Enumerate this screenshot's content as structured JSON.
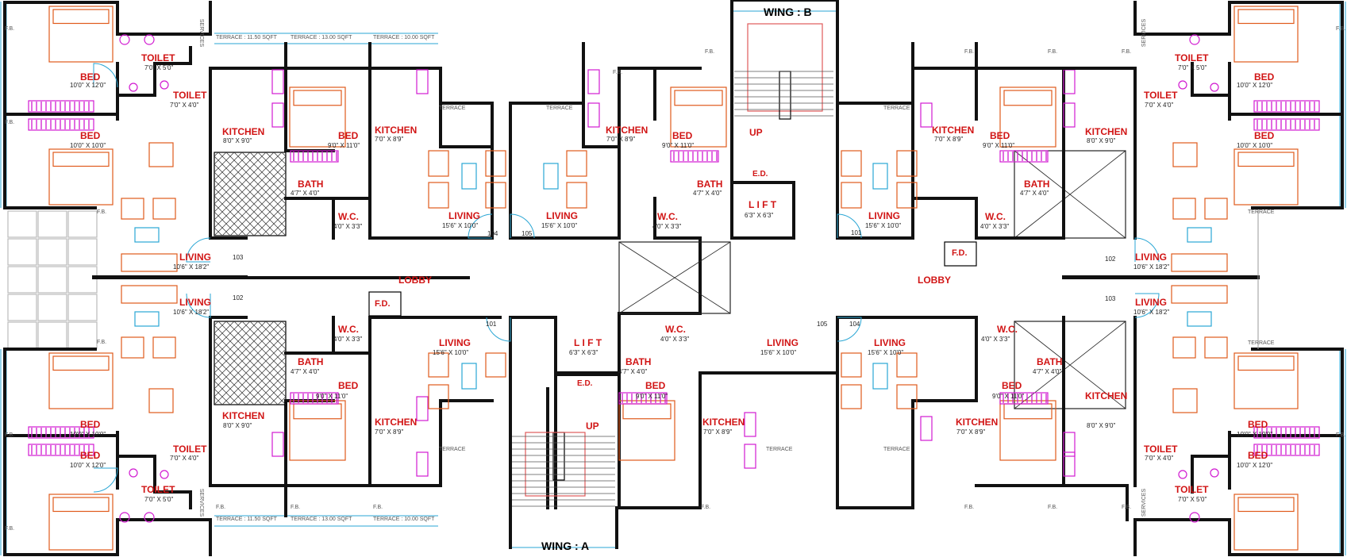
{
  "wings": {
    "a": "WING : A",
    "b": "WING : B"
  },
  "lifts": {
    "label": "L I F T",
    "dim": "6'3\" X 6'3\""
  },
  "stairs": {
    "up": "UP"
  },
  "lobby": "LOBBY",
  "fd": "F.D.",
  "ed": "E.D.",
  "fb": "F.B.",
  "services": "SERVICES",
  "terrace": "TERRACE",
  "terrace_areas": [
    "TERRACE : 11.50 SQFT",
    "TERRACE : 13.00 SQFT",
    "TERRACE : 10.00 SQFT"
  ],
  "units": [
    "101",
    "102",
    "103",
    "104",
    "105"
  ],
  "rooms": {
    "bed": "BED",
    "toilet": "TOILET",
    "kitchen": "KITCHEN",
    "bath": "BATH",
    "wc": "W.C.",
    "living": "LIVING"
  },
  "dims": {
    "bed_12": "10'0\" X 12'0\"",
    "bed_10": "10'0\" X 10'0\"",
    "bed_9": "9'0\" X 11'0\"",
    "toilet_5": "7'0\" X 5'0\"",
    "toilet_4": "7'0\" X 4'0\"",
    "kitchen_big": "8'0\" X 9'0\"",
    "kitchen_small": "7'0\" X 8'9\"",
    "bath": "4'7\" X 4'0\"",
    "wc": "4'0\" X 3'3\"",
    "living_big": "10'6\" X 18'2\"",
    "living_mid": "15'6\" X 10'0\""
  },
  "colors": {
    "wall": "#111111",
    "furniture": "#e05a1c",
    "fixtures": "#d11ad1",
    "glass": "#2aa6d4",
    "label": "#d11515"
  }
}
